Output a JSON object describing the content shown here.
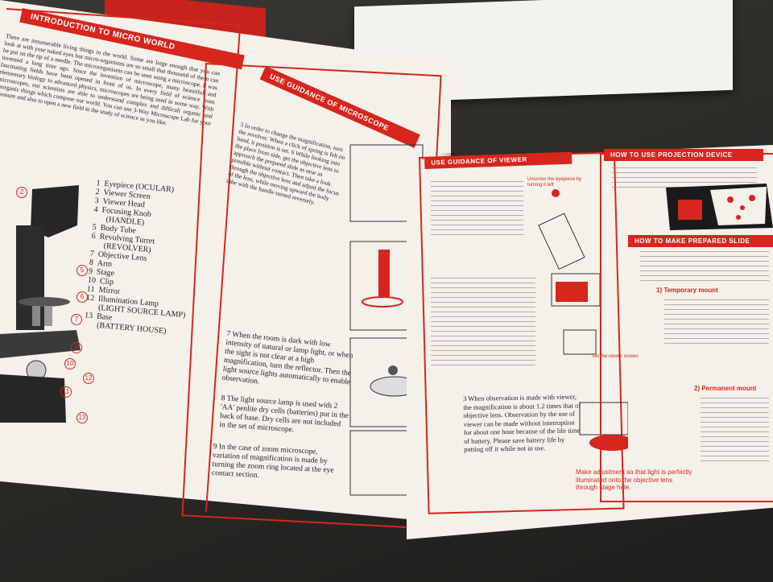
{
  "page1": {
    "banner": "INTRODUCTION TO MICRO WORLD",
    "intro_text": "There are innumerable living things in the world. Some are large enough that you can look at with your naked eyes but micro-organisms are so small that thousand of them can be put on the tip of a needle. The microorganisms can be seen using a microscope. It was invented a long time ago. Since the invention of microscope, many beautiful and fascinating fields have been opened in front of us. In every field of science from elementary biology to advanced physics, microscopes are being used in some way. With microscopes, our scientists are able to understand complex and difficult organic and inorganic things which compose our world. You can use 3-Way Microscope Lab for your pleasure and also to open a new field in the study of science as you like.",
    "parts": [
      {
        "num": "1",
        "label": "Eyepiece (OCULAR)"
      },
      {
        "num": "2",
        "label": "Viewer Screen"
      },
      {
        "num": "3",
        "label": "Viewer Head"
      },
      {
        "num": "4",
        "label": "Focusing Knob"
      },
      {
        "num": "",
        "label": "(HANDLE)"
      },
      {
        "num": "5",
        "label": "Body Tube"
      },
      {
        "num": "6",
        "label": "Revolving Turret"
      },
      {
        "num": "",
        "label": "(REVOLVER)"
      },
      {
        "num": "7",
        "label": "Objective Lens"
      },
      {
        "num": "8",
        "label": "Arm"
      },
      {
        "num": "9",
        "label": "Stage"
      },
      {
        "num": "10",
        "label": "Clip"
      },
      {
        "num": "11",
        "label": "Mirror"
      },
      {
        "num": "12",
        "label": "Illumination Lamp"
      },
      {
        "num": "",
        "label": "(LIGHT SOURCE LAMP)"
      },
      {
        "num": "13",
        "label": "Base"
      },
      {
        "num": "",
        "label": "(BATTERY HOUSE)"
      }
    ],
    "callouts": [
      "2",
      "5",
      "6",
      "7",
      "9",
      "10",
      "11",
      "12",
      "13"
    ]
  },
  "page2": {
    "banner": "USE GUIDANCE OF MICROSCOPE",
    "step7": "7 When the room is dark with low intensity of natural or lamp light, or when the sight is not clear at a high magnification, turn the reflector. Then the light source lights automatically to enable observation.",
    "step8": "8 The light source lamp is used with 2 'AA' penlite dry cells (batteries) put in the back of base. Dry cells are not included in the set of microscope.",
    "step9": "9 In the case of zoom microscope, variation of magnification is made by turning the zoom ring located at the eye contact section.",
    "steps_upper": "5 In order to change the magnification, turn the revolver. When a click of spring is felt on hand, it position is set. 6 While looking into the place from side, get the objective lens to approach the prepared slide as near as possible without contact. Then take a look through the objective lens and adjust the focus of the lens, while moving upward the body tube with the handle turned reversely."
  },
  "page3": {
    "banner": "USE GUIDANCE OF VIEWER",
    "step3": "3 When observation is made with viewer, the magnification is about 1.2 times that of objective lens. Observation by the use of viewer can be made without interruption for about one hour because of the life time of battery. Please save battery life by putting off it while not in use.",
    "red_note_top": "Unscrew the eyepiece by turning it left",
    "red_note_mid": "Set the viewer screen",
    "red_note_bottom": "Make adjustment so that light is perfectly illuminated onto the objective lens through stage hole."
  },
  "page4": {
    "banner_top": "HOW TO USE PROJECTION DEVICE",
    "banner_mid": "HOW TO MAKE PREPARED SLIDE",
    "sub1": "1) Temporary mount",
    "sub2": "2) Permanent mount"
  },
  "colors": {
    "accent": "#d6261d",
    "paper": "#f4f1ea"
  }
}
